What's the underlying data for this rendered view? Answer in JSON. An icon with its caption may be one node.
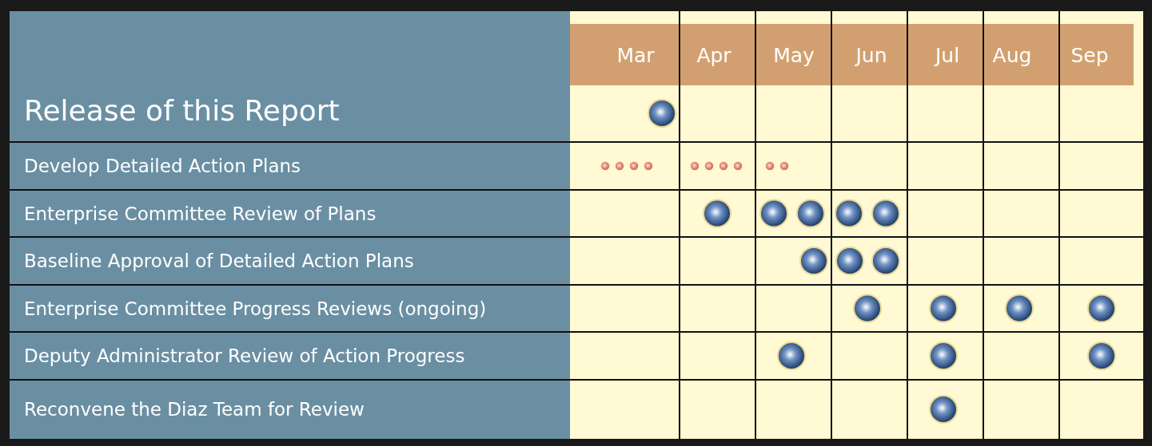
{
  "diagram": {
    "labels": [
      "Mar",
      "Apr",
      "May",
      "Jun",
      "Jul",
      "Aug",
      "Sep",
      "Release of this Report",
      "Develop Detailed Action Plans",
      "Enterprise Committee Review of Plans",
      "Baseline Approval of Detailed Action Plans",
      "Enterprise Committee Progress Reviews (ongoing)",
      "Deputy Administrator Review of Action Progress",
      "Reconvene the Diaz Team for Review"
    ]
  }
}
